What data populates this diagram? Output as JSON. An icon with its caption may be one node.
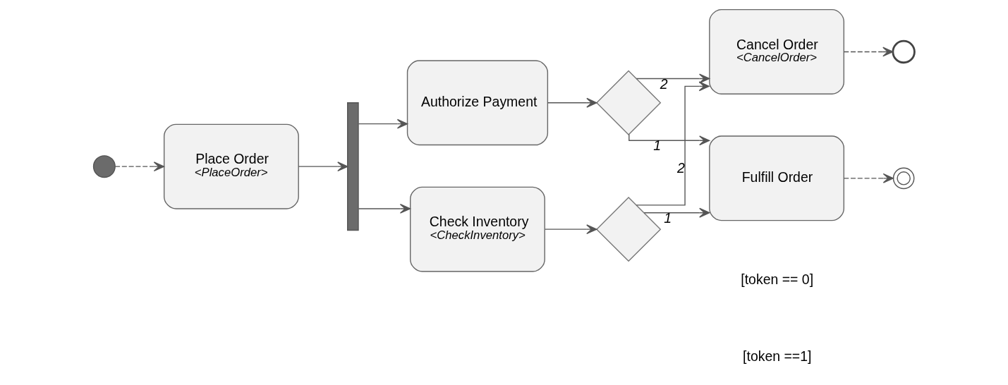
{
  "diagram": {
    "nodes": [
      {
        "text": [],
        "shape": "circle"
      },
      {
        "text": [
          "Place Order",
          "<PlaceOrder>"
        ]
      },
      {
        "text": [],
        "shape": "bar"
      },
      {
        "text": [
          "Authorize Payment"
        ]
      },
      {
        "text": [
          "Check Inventory",
          "<CheckInventory>"
        ]
      },
      {
        "text": [],
        "shape": "diamond"
      },
      {
        "text": [],
        "shape": "diamond"
      },
      {
        "text": [
          "Cancel Order",
          "<CancelOrder>"
        ]
      },
      {
        "text": [
          "Fulfill Order"
        ]
      },
      {
        "text": [],
        "shape": "circle"
      },
      {
        "text": [],
        "shape": "circle"
      }
    ],
    "edges": [
      {
        "from": 0,
        "to": 1,
        "arrow": "to",
        "style": "dashed"
      },
      {
        "from": 1,
        "to": 2,
        "arrow": "to"
      },
      {
        "from": 2,
        "to": 3,
        "arrow": "to"
      },
      {
        "from": 2,
        "to": 4,
        "arrow": "to"
      },
      {
        "from": 3,
        "to": 5,
        "arrow": "to"
      },
      {
        "from": 4,
        "to": 6,
        "arrow": "to"
      },
      {
        "from": 5,
        "to": 8,
        "arrow": "to",
        "label": "1"
      },
      {
        "from": 5,
        "to": 7,
        "arrow": "to",
        "label": "2"
      },
      {
        "from": 6,
        "to": 7,
        "arrow": "to",
        "label": "2"
      },
      {
        "from": 6,
        "to": 8,
        "arrow": "to",
        "label": "1"
      },
      {
        "from": 8,
        "to": 9,
        "arrow": "to",
        "style": "dashed"
      },
      {
        "from": 7,
        "to": 10,
        "arrow": "to",
        "style": "dashed"
      }
    ],
    "labels": [
      "[token == 0]",
      "[token ==1]"
    ]
  }
}
